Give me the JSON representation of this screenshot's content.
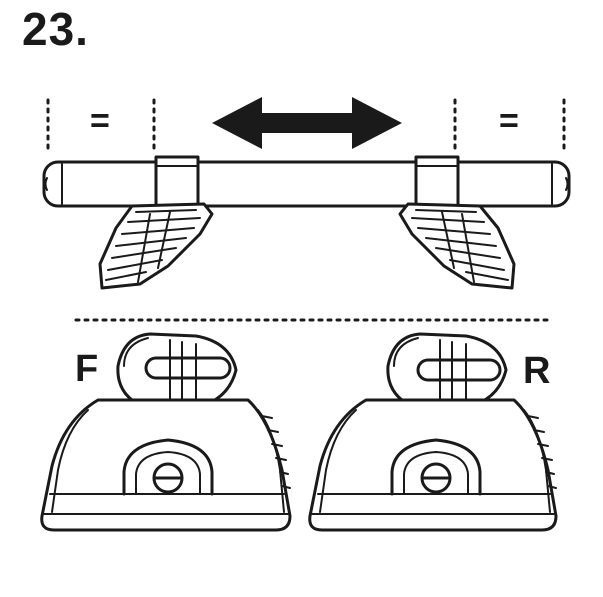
{
  "step": {
    "number": "23."
  },
  "labels": {
    "equal_left": "=",
    "equal_right": "=",
    "front": "F",
    "rear": "R"
  },
  "colors": {
    "ink": "#1a1a1a",
    "paper": "#ffffff"
  },
  "icons": {
    "move": "double-arrow-icon"
  }
}
